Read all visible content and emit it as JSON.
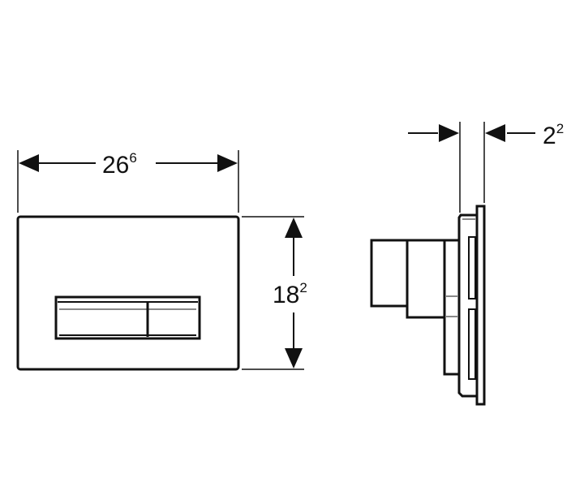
{
  "dimensions": {
    "width": {
      "value": "26",
      "sup": "6"
    },
    "height": {
      "value": "18",
      "sup": "2"
    },
    "depth": {
      "value": "2",
      "sup": "2"
    }
  },
  "colors": {
    "line": "#111111",
    "background": "#ffffff"
  }
}
